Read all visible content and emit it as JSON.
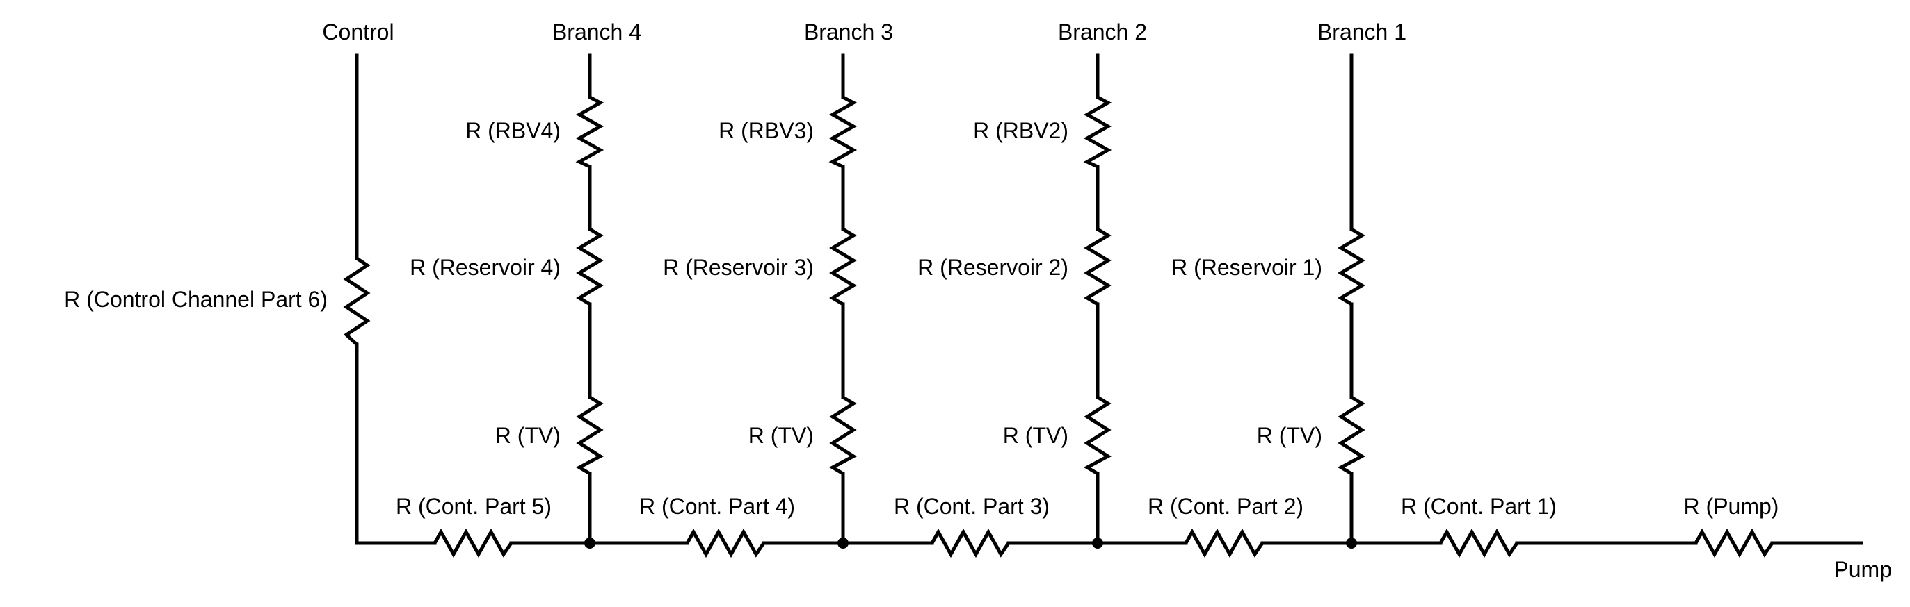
{
  "diagram": {
    "title": "",
    "line_color": "#000000",
    "background": "#ffffff",
    "terminals": {
      "control": "Control",
      "branch4": "Branch 4",
      "branch3": "Branch 3",
      "branch2": "Branch 2",
      "branch1": "Branch 1",
      "pump": "Pump"
    },
    "resistors": {
      "control_ch6": "R (Control Channel Part 6)",
      "rbv4": "R (RBV4)",
      "rbv3": "R (RBV3)",
      "rbv2": "R (RBV2)",
      "res4": "R (Reservoir 4)",
      "res3": "R (Reservoir 3)",
      "res2": "R (Reservoir 2)",
      "res1": "R (Reservoir 1)",
      "tv4": "R (TV)",
      "tv3": "R (TV)",
      "tv2": "R (TV)",
      "tv1": "R (TV)",
      "cont5": "R (Cont. Part 5)",
      "cont4": "R (Cont. Part 4)",
      "cont3": "R (Cont. Part 3)",
      "cont2": "R (Cont. Part 2)",
      "cont1": "R (Cont. Part 1)",
      "pump": "R (Pump)"
    }
  }
}
